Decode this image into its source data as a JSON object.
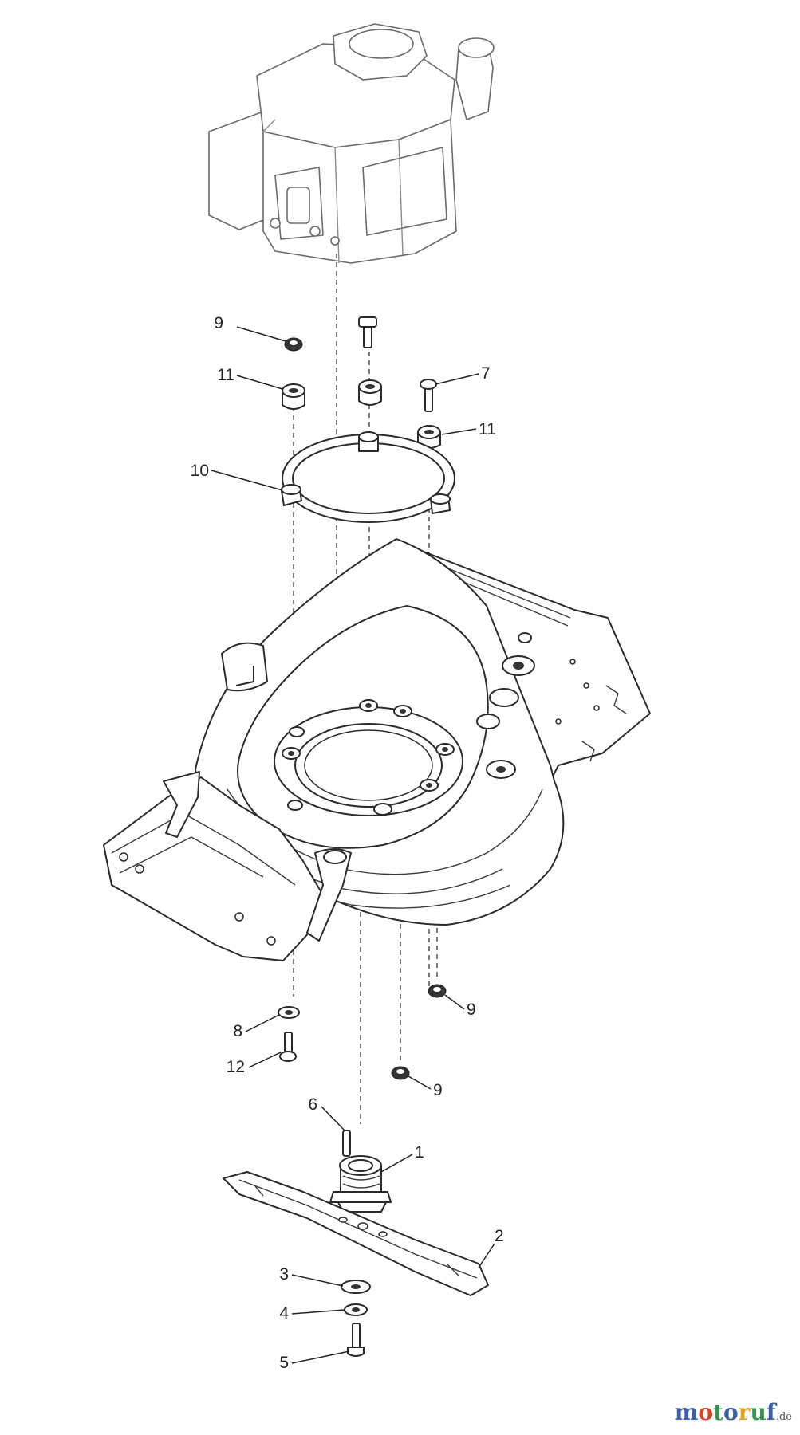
{
  "callouts": {
    "c1": "1",
    "c2": "2",
    "c3": "3",
    "c4": "4",
    "c5": "5",
    "c6": "6",
    "c7": "7",
    "c8": "8",
    "c9a": "9",
    "c9b": "9",
    "c9c": "9",
    "c10": "10",
    "c11a": "11",
    "c11b": "11",
    "c12": "12"
  },
  "watermark": {
    "letters": [
      "m",
      "o",
      "t",
      "o",
      "r",
      "u",
      "f"
    ],
    "suffix": ".de",
    "colors": [
      "#3b5fa8",
      "#d9421f",
      "#2e9a48",
      "#3b5fa8",
      "#e8a21c",
      "#2e9a48",
      "#3b5fa8"
    ],
    "suffix_color": "#555555"
  }
}
